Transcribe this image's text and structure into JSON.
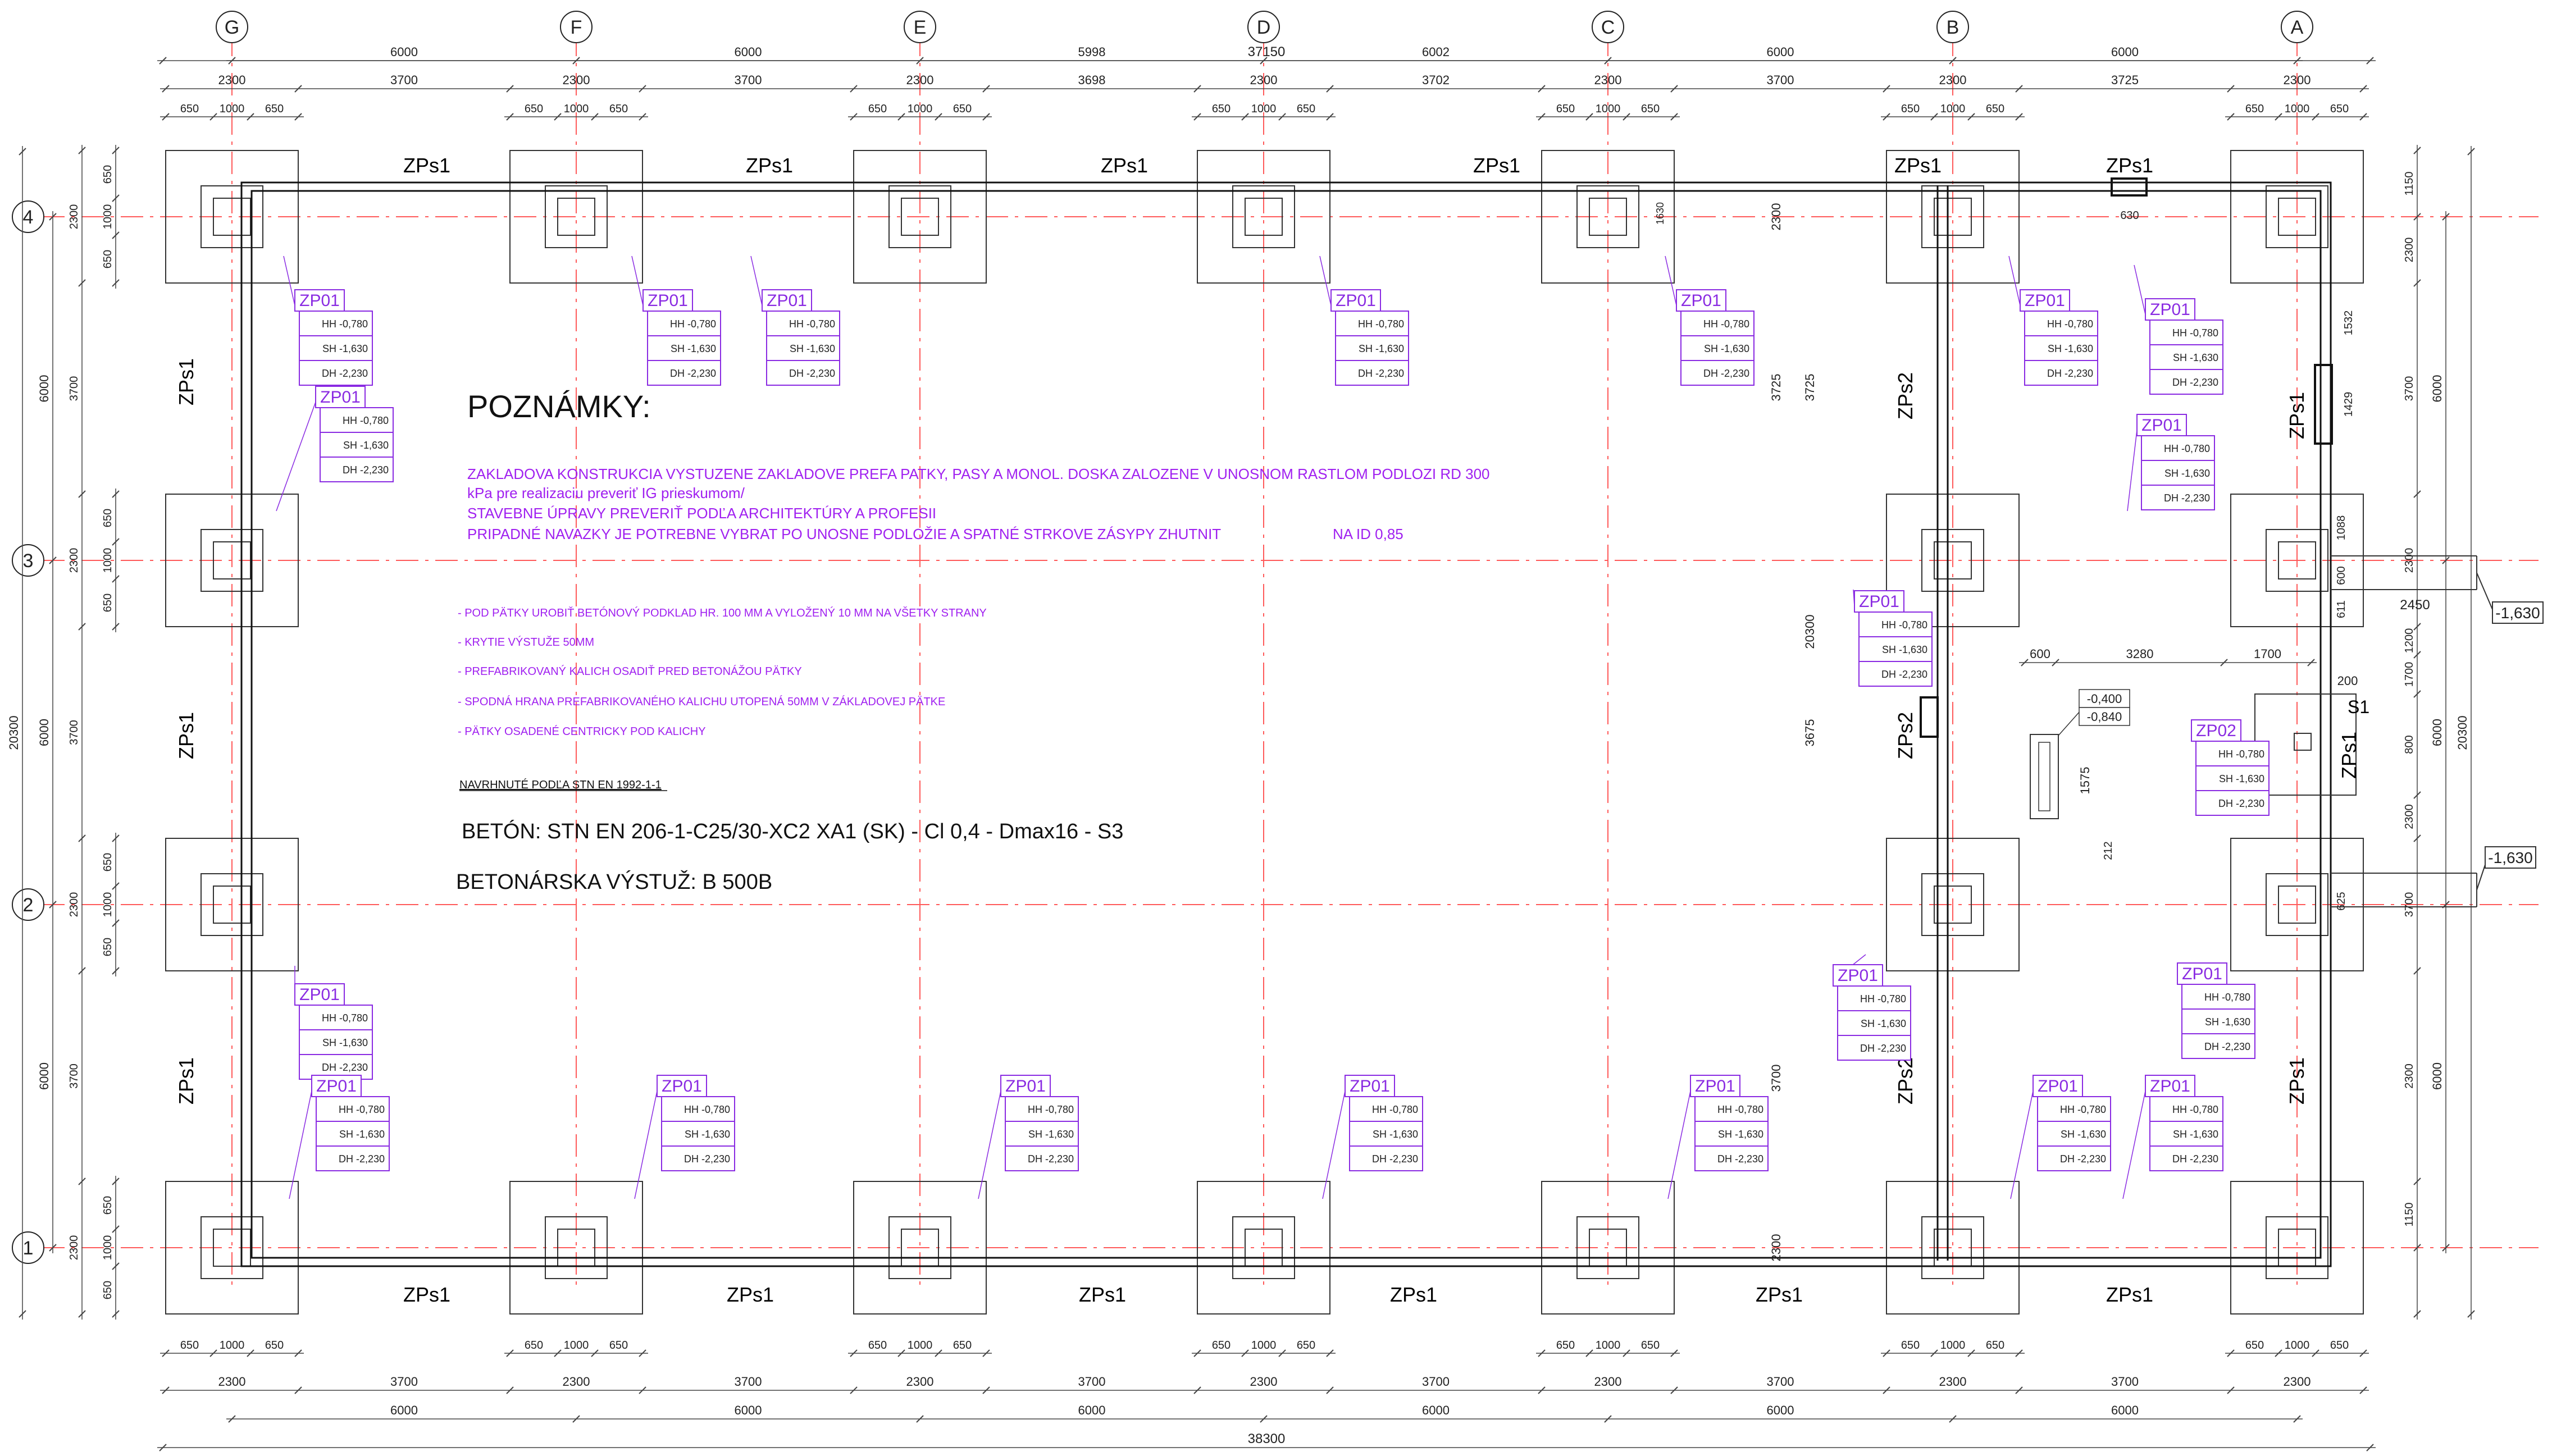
{
  "colors": {
    "axis": "#ff5a5a",
    "notes": "#a020f0",
    "tag": "#8a2be2",
    "line": "#111111"
  },
  "grid": {
    "columns": [
      "G",
      "F",
      "E",
      "D",
      "C",
      "B",
      "A"
    ],
    "rows": [
      "4",
      "3",
      "2",
      "1"
    ]
  },
  "dims": {
    "overall_top": "37150",
    "overall_bottom": "38300",
    "overall_side": "20300",
    "top_spans": [
      "6000",
      "6000",
      "5998",
      "6002",
      "6000",
      "6000"
    ],
    "bottom_spans": [
      "6000",
      "6000",
      "6000",
      "6000",
      "6000",
      "6000"
    ],
    "top_sub": [
      "2300",
      "3700",
      "2300",
      "3700",
      "2300",
      "3698",
      "2300",
      "3702",
      "2300",
      "3700",
      "2300",
      "3725",
      "2300"
    ],
    "bottom_sub": [
      "2300",
      "3700",
      "2300",
      "3700",
      "2300",
      "3700",
      "2300",
      "3700",
      "2300",
      "3700",
      "2300",
      "3700",
      "2300"
    ],
    "footing_split": [
      "650",
      "1000",
      "650"
    ],
    "left_spans": [
      "6000",
      "6000",
      "6000"
    ],
    "left_sub": [
      "2300",
      "3700",
      "2300",
      "3700",
      "2300",
      "3700",
      "2300"
    ],
    "right_sub": [
      "1150",
      "2300",
      "3700",
      "2300",
      "1200",
      "1700",
      "800",
      "2300",
      "3700",
      "2300",
      "1150"
    ],
    "right_spans": [
      "6000",
      "6000",
      "6000"
    ],
    "misc": [
      "600",
      "3280",
      "1700",
      "200",
      "2450",
      "1575",
      "212",
      "1088",
      "611",
      "600",
      "625",
      "1532",
      "1429",
      "630",
      "1630",
      "3725",
      "3675",
      "3700"
    ]
  },
  "levels": {
    "right_top": "-1,630",
    "right_mid": "-1,630",
    "stair_a": "-0,400",
    "stair_b": "-0,840"
  },
  "labels": {
    "zps1": "ZPs1",
    "zps2": "ZPs2",
    "s1": "S1"
  },
  "tag_zp01": {
    "name": "ZP01",
    "hh": "HH -0,780",
    "sh": "SH -1,630",
    "dh": "DH -2,230"
  },
  "tag_zp02": {
    "name": "ZP02",
    "hh": "HH -0,780",
    "sh": "SH -1,630",
    "dh": "DH -2,230"
  },
  "notes": {
    "heading": "POZNÁMKY:",
    "p1_line1": "ZAKLADOVA KONSTRUKCIA VYSTUZENE ZAKLADOVE PREFA PATKY, PASY A MONOL. DOSKA ZALOZENE V UNOSNOM RASTLOM PODLOZI  RD 300",
    "p1_line2": "kPa pre realizaciu preveriť IG prieskumom/",
    "p2": "STAVEBNE ÚPRAVY PREVERIŤ PODĽA ARCHITEKTÚRY A PROFESII",
    "p3": "PRIPADNÉ NAVAZKY JE POTREBNE VYBRAT PO UNOSNE  PODLOŽIE A SPATNÉ STRKOVE ZÁSYPY ZHUTNIT",
    "p3_id": "NA ID 0,85",
    "b1": "- POD PÄTKY UROBIŤ BETÓNOVÝ PODKLAD HR. 100 MM A VYLOŽENÝ 10 MM NA VŠETKY STRANY",
    "b2": "- KRYTIE VÝSTUŽE 50MM",
    "b3": "- PREFABRIKOVANÝ KALICH OSADIŤ PRED BETONÁŽOU PÄTKY",
    "b4": "- SPODNÁ HRANA PREFABRIKOVANÉHO KALICHU UTOPENÁ 50MM V ZÁKLADOVEJ PÄTKE",
    "b5": "- PÄTKY OSADENÉ CENTRICKY POD KALICHY",
    "standard": "NAVRHNUTÉ PODĽA STN EN 1992-1-1",
    "concrete": "BETÓN: STN EN 206-1-C25/30-XC2 XA1 (SK) - Cl 0,4 - Dmax16 - S3",
    "steel": "BETONÁRSKA VÝSTUŽ: B 500B"
  }
}
